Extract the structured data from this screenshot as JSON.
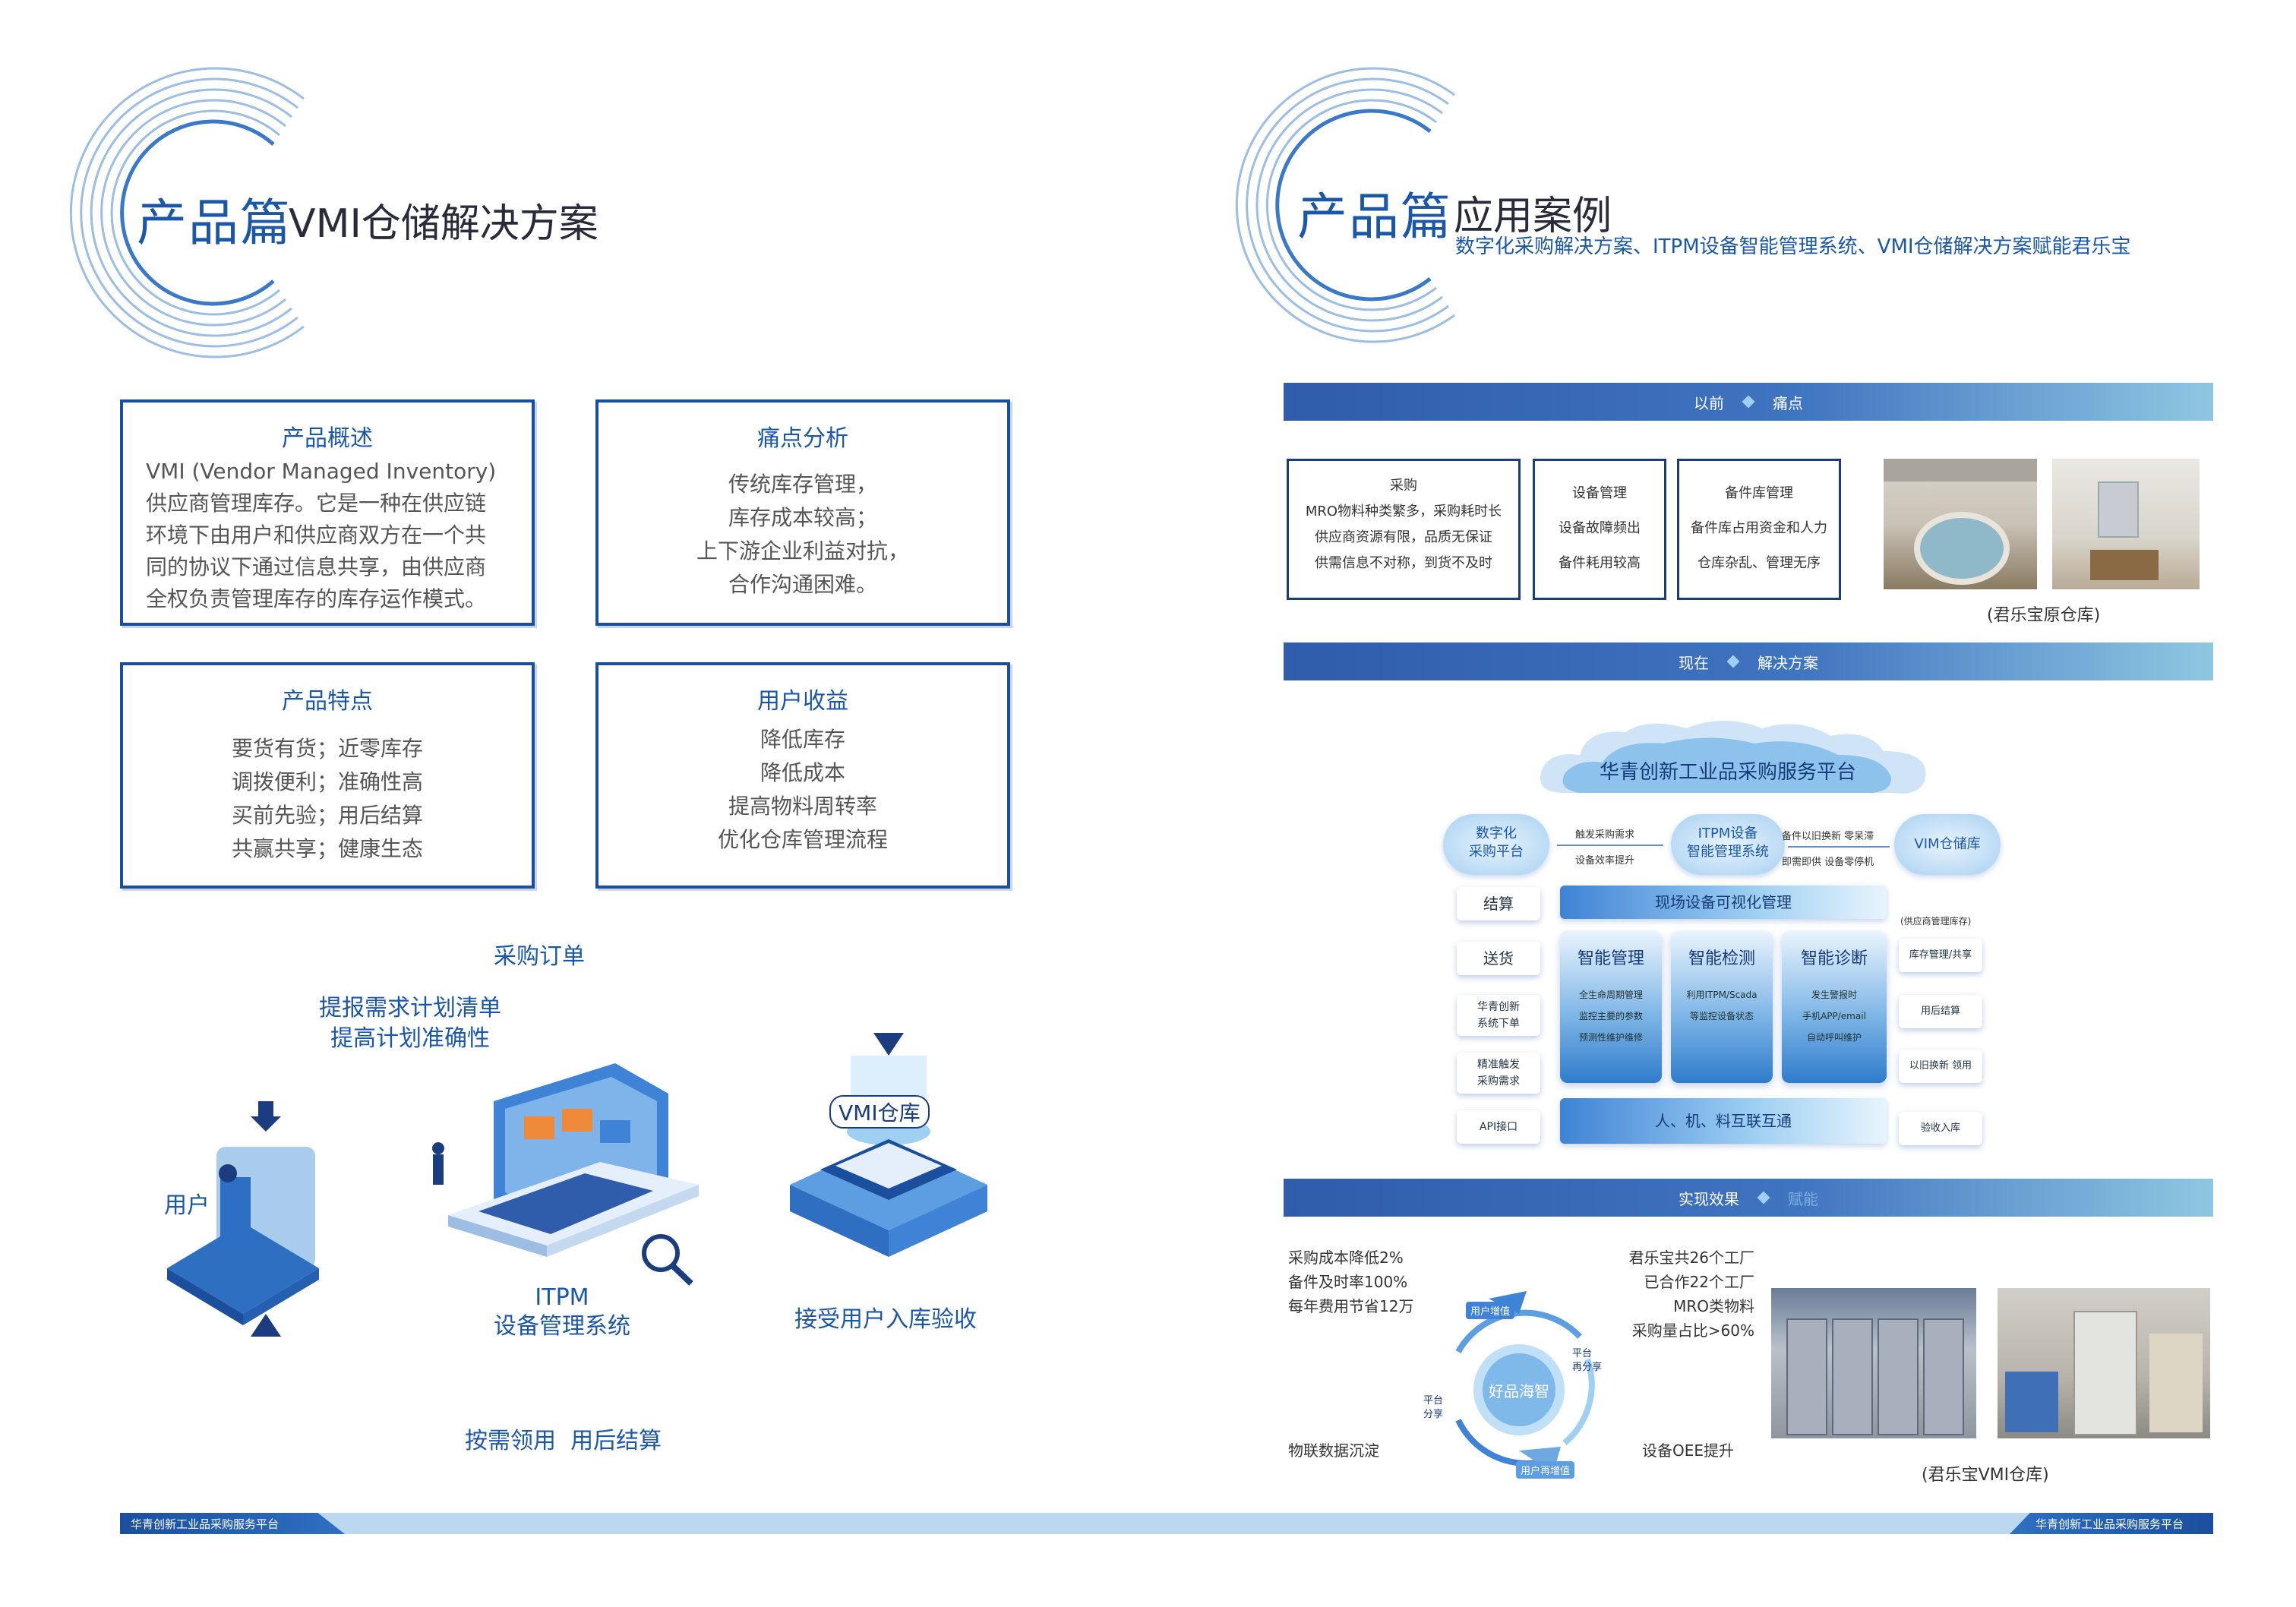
{
  "left": {
    "title_main": "产品篇",
    "title_sub": "VMI仓储解决方案",
    "cards": [
      {
        "heading": "产品概述",
        "lines": [
          "VMI (Vendor Managed Inventory)",
          "供应商管理库存。它是一种在供应链",
          "环境下由用户和供应商双方在一个共",
          "同的协议下通过信息共享，由供应商",
          "全权负责管理库存的库存运作模式。"
        ]
      },
      {
        "heading": "痛点分析",
        "lines": [
          "传统库存管理，",
          "库存成本较高；",
          "上下游企业利益对抗，",
          "合作沟通困难。"
        ]
      },
      {
        "heading": "产品特点",
        "lines": [
          "要货有货；近零库存",
          "调拨便利；准确性高",
          "买前先验；用后结算",
          "共赢共享；健康生态"
        ]
      },
      {
        "heading": "用户收益",
        "lines": [
          "降低库存",
          "降低成本",
          "提高物料周转率",
          "优化仓库管理流程"
        ]
      }
    ],
    "diagram": {
      "purchase_order": "采购订单",
      "report_line1": "提报需求计划清单",
      "report_line2": "提高计划准确性",
      "user": "用户",
      "itpm_line1": "ITPM",
      "itpm_line2": "设备管理系统",
      "vmi_tag": "VMI仓库",
      "accept": "接受用户入库验收",
      "bottom": "按需领用  用后结算"
    }
  },
  "right": {
    "title_main": "产品篇",
    "title_sub": "应用案例",
    "subtitle": "数字化采购解决方案、ITPM设备智能管理系统、VMI仓储解决方案赋能君乐宝",
    "band1": {
      "left": "以前",
      "right": "痛点"
    },
    "pain_boxes": [
      {
        "lines": [
          "采购",
          "MRO物料种类繁多，采购耗时长",
          "供应商资源有限，品质无保证",
          "供需信息不对称，到货不及时"
        ]
      },
      {
        "lines": [
          "设备管理",
          "设备故障频出",
          "备件耗用较高"
        ]
      },
      {
        "lines": [
          "备件库管理",
          "备件库占用资金和人力",
          "仓库杂乱、管理无序"
        ]
      }
    ],
    "caption1": "(君乐宝原仓库)",
    "band2": {
      "left": "现在",
      "right": "解决方案"
    },
    "solution": {
      "cloud": "华青创新工业品采购服务平台",
      "node1_l1": "数字化",
      "node1_l2": "采购平台",
      "node2_l1": "ITPM设备",
      "node2_l2": "智能管理系统",
      "node3": "VIM仓储库",
      "link1_top": "触发采购需求",
      "link1_bottom": "设备效率提升",
      "link2_top": "备件以旧换新 零呆滞",
      "link2_bottom": "即需即供 设备零停机",
      "left_steps": [
        "结算",
        "送货",
        "华青创新\n系统下单",
        "精准触发\n采购需求",
        "API接口"
      ],
      "visual_bar": "现场设备可视化管理",
      "columns": [
        {
          "head": "智能管理",
          "lines": [
            "全生命周期管理",
            "监控主要的参数",
            "预测性维护维修"
          ]
        },
        {
          "head": "智能检测",
          "lines": [
            "利用ITPM/Scada",
            "等监控设备状态"
          ]
        },
        {
          "head": "智能诊断",
          "lines": [
            "发生警报时",
            "手机APP/email",
            "自动呼叫维护"
          ]
        }
      ],
      "bottom_bar": "人、机、料互联互通",
      "right_label": "(供应商管理库存)",
      "right_steps": [
        "库存管理/共享",
        "用后结算",
        "以旧换新 领用",
        "验收入库"
      ]
    },
    "band3": {
      "left": "实现效果",
      "right": "赋能"
    },
    "effects": {
      "left_lines": [
        "采购成本降低2%",
        "备件及时率100%",
        "每年费用节省12万"
      ],
      "right_lines": [
        "君乐宝共26个工厂",
        "已合作22个工厂",
        "MRO类物料",
        "采购量占比>60%"
      ],
      "center": "好品海智",
      "arrow_top": "用户增值",
      "arrow_right": "平台\n再分享",
      "arrow_left": "平台\n分享",
      "arrow_bottom": "用户再增值",
      "bottom_left": "物联数据沉淀",
      "bottom_right": "设备OEE提升"
    },
    "caption2": "(君乐宝VMI仓库)"
  },
  "footer": {
    "left": "华青创新工业品采购服务平台",
    "right": "华青创新工业品采购服务平台"
  },
  "colors": {
    "primary": "#1b57a8",
    "border": "#1b4f9e",
    "band_start": "#2f5cab",
    "band_end": "#8fc7e2"
  }
}
